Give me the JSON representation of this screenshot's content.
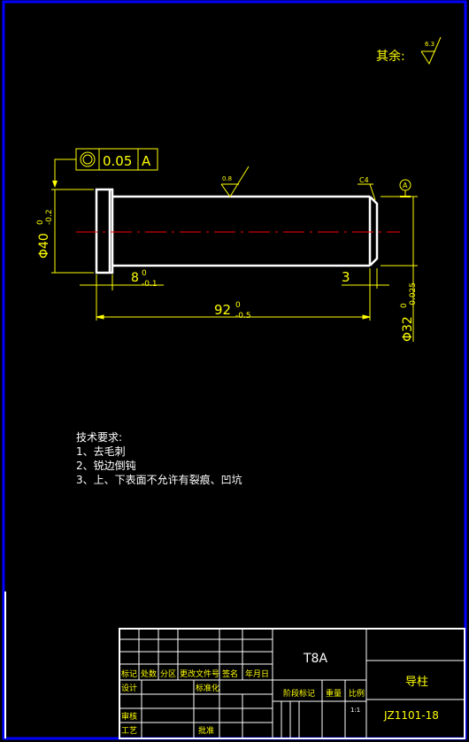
{
  "drawing": {
    "surface_label": "其余:",
    "roughness_general": "6.3",
    "roughness_shaft": "0.8",
    "chamfer": "C4",
    "datum": "A",
    "tolerance_frame": {
      "tolerance": "0.05",
      "datum_ref": "A"
    },
    "dimensions": {
      "head_dia_prefix": "Φ40",
      "head_dia_upper": "0",
      "head_dia_lower": "-0.2",
      "head_len": "8",
      "head_len_upper": "0",
      "head_len_lower": "-0.1",
      "total_len": "92",
      "total_len_upper": "0",
      "total_len_lower": "-0.5",
      "chamfer_len": "3",
      "shaft_dia_prefix": "Φ32",
      "shaft_dia_upper": "0",
      "shaft_dia_lower": "-0.025"
    }
  },
  "technical_requirements": {
    "title": "技术要求:",
    "items": [
      "1、去毛刺",
      "2、锐边倒钝",
      "3、上、下表面不允许有裂痕、凹坑"
    ]
  },
  "title_block": {
    "material": "T8A",
    "part_name": "导柱",
    "drawing_number": "JZ1101-18",
    "headers": [
      "标记",
      "处数",
      "分区",
      "更改文件号",
      "签名",
      "年月日"
    ],
    "design": "设计",
    "standardization": "标准化",
    "review": "审核",
    "process": "工艺",
    "approve": "批准",
    "stage_mark": "阶段标记",
    "weight": "重量",
    "scale": "比例",
    "scale_value": "1:1"
  },
  "colors": {
    "border": "#0000ff",
    "drawing_lines": "#ffffff",
    "dimensions": "#ffff00",
    "centerline": "#ff0000",
    "background": "#000000"
  }
}
